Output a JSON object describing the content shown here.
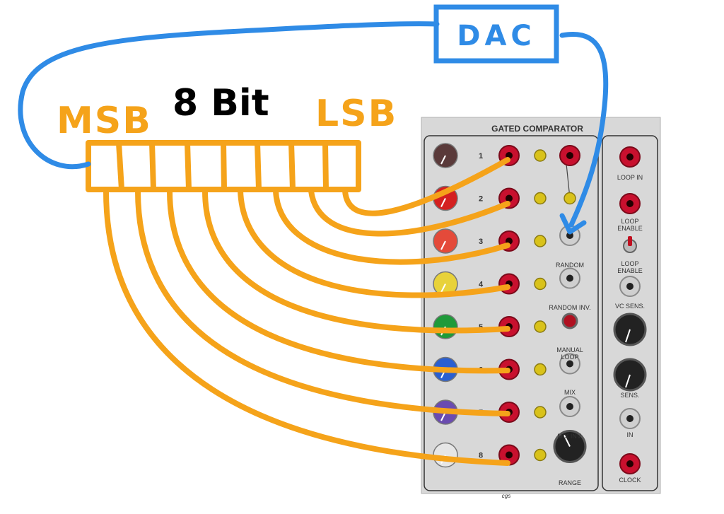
{
  "labels": {
    "dac": "DAC",
    "msb": "MSB",
    "bits": "8 Bit",
    "lsb": "LSB"
  },
  "module": {
    "title": "GATED COMPARATOR",
    "channels": [
      "1",
      "2",
      "3",
      "4",
      "5",
      "6",
      "7",
      "8"
    ],
    "mid_labels": [
      "RANDOM",
      "RANDOM INV.",
      "MANUAL",
      "LOOP",
      "MIX",
      "MIX INV.",
      "RANGE"
    ],
    "right_labels": [
      "LOOP IN",
      "LOOP",
      "ENABLE",
      "LOOP",
      "ENABLE",
      "VC SENS.",
      "SENS.",
      "IN",
      "CLOCK"
    ],
    "maker": "cgs"
  },
  "colors": {
    "wire_bits": "#f5a31a",
    "wire_dac": "#2f8be6",
    "handwriting": "#000000",
    "jack_red": "#c8102e",
    "led_yellow": "#d9c21a",
    "panel": "#d6d6d6"
  },
  "knob_colors": [
    "#5a3a3a",
    "#d42020",
    "#e44a3a",
    "#e8d23a",
    "#1f9a3a",
    "#2a5fd0",
    "#6a4bb0",
    "#e6e6e6"
  ]
}
